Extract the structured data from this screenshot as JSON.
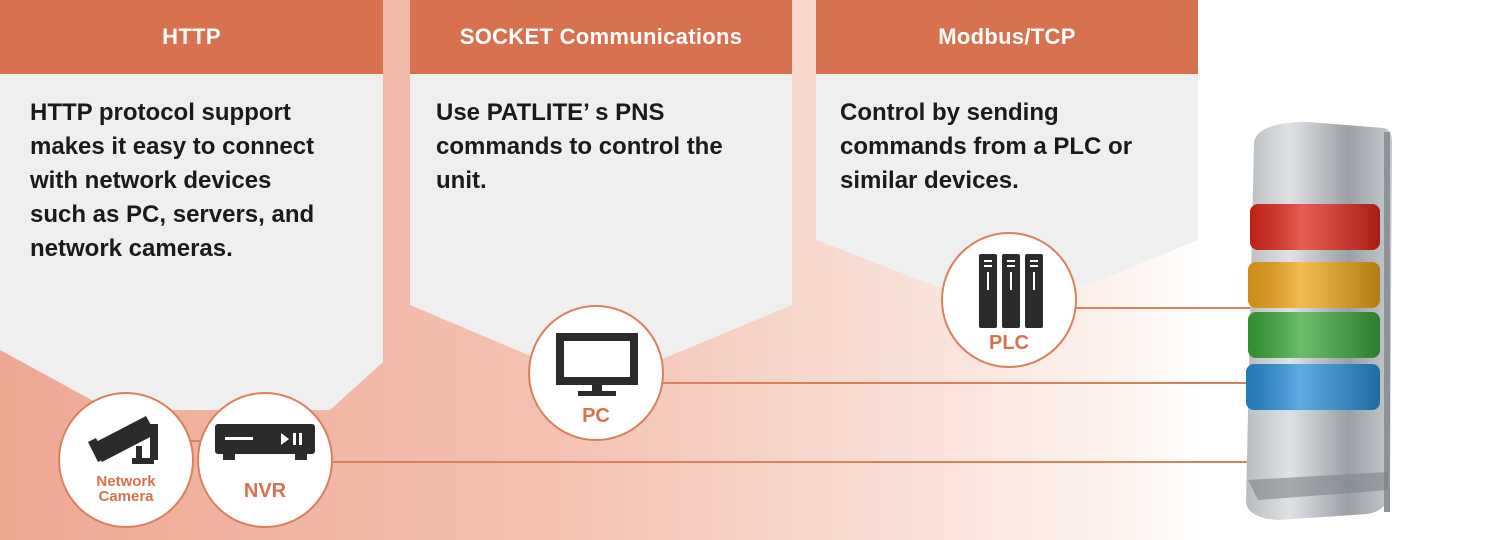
{
  "colors": {
    "accent": "#d8714f",
    "card_bg": "#efefef",
    "line": "#d9805f"
  },
  "cards": [
    {
      "title": "HTTP",
      "body": [
        "HTTP protocol support",
        "makes it easy to connect",
        "with network devices",
        "such as PC, servers, and",
        "network cameras."
      ]
    },
    {
      "title": "SOCKET Communications",
      "body": [
        "Use PATLITE’ s PNS",
        "commands to control the",
        "unit."
      ]
    },
    {
      "title": "Modbus/TCP",
      "body": [
        "Control by sending",
        "commands from a PLC or",
        "similar devices."
      ]
    }
  ],
  "devices": {
    "network_camera": {
      "label_line1": "Network",
      "label_line2": "Camera",
      "icon": "camera-icon"
    },
    "nvr": {
      "label": "NVR",
      "icon": "nvr-icon"
    },
    "pc": {
      "label": "PC",
      "icon": "monitor-icon"
    },
    "plc": {
      "label": "PLC",
      "icon": "plc-icon"
    }
  },
  "signal_tower": {
    "tiers": [
      "#e0281c",
      "#f0a418",
      "#3aa83c",
      "#2a8ed8"
    ]
  }
}
